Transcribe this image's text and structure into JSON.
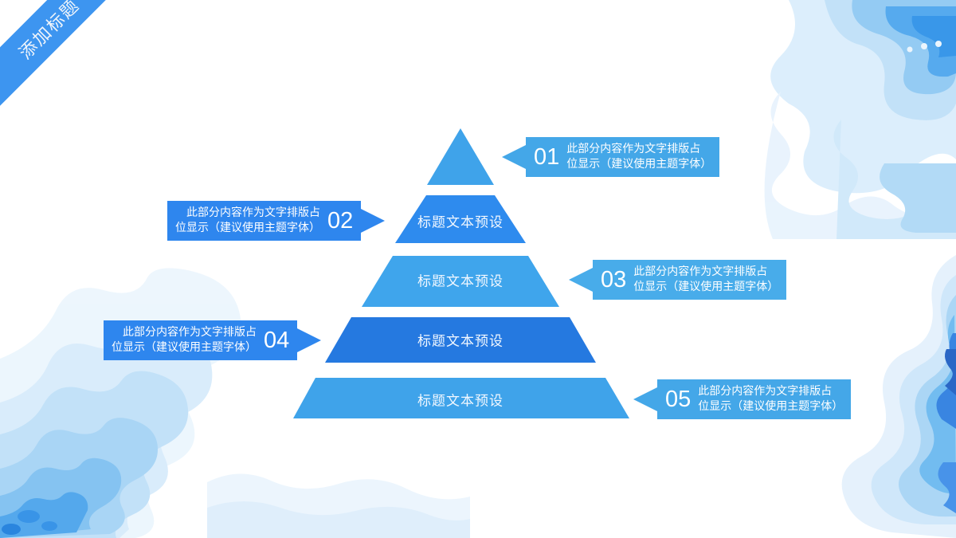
{
  "slide": {
    "ribbon_title": "添加标题",
    "ribbon_color": "#3D95F0",
    "background_color": "#FFFFFF"
  },
  "pyramid": {
    "tiers": [
      {
        "id": "tier-1",
        "label": "",
        "color": "#3FA3EA"
      },
      {
        "id": "tier-2",
        "label": "标题文本预设",
        "color": "#2E8BEE"
      },
      {
        "id": "tier-3",
        "label": "标题文本预设",
        "color": "#3FA5EC"
      },
      {
        "id": "tier-4",
        "label": "标题文本预设",
        "color": "#2579E0"
      },
      {
        "id": "tier-5",
        "label": "标题文本预设",
        "color": "#3FA3EA"
      }
    ]
  },
  "callouts": [
    {
      "number": "01",
      "side": "right",
      "color": "#44A7E8",
      "text": "此部分内容作为文字排版占\n位显示（建议使用主题字体）"
    },
    {
      "number": "02",
      "side": "left",
      "color": "#2E86EE",
      "text": "此部分内容作为文字排版占\n位显示（建议使用主题字体）"
    },
    {
      "number": "03",
      "side": "right",
      "color": "#48ACEA",
      "text": "此部分内容作为文字排版占\n位显示（建议使用主题字体）"
    },
    {
      "number": "04",
      "side": "left",
      "color": "#2E86EE",
      "text": "此部分内容作为文字排版占\n位显示（建议使用主题字体）"
    },
    {
      "number": "05",
      "side": "right",
      "color": "#44A7E8",
      "text": "此部分内容作为文字排版占\n位显示（建议使用主题字体）"
    }
  ]
}
